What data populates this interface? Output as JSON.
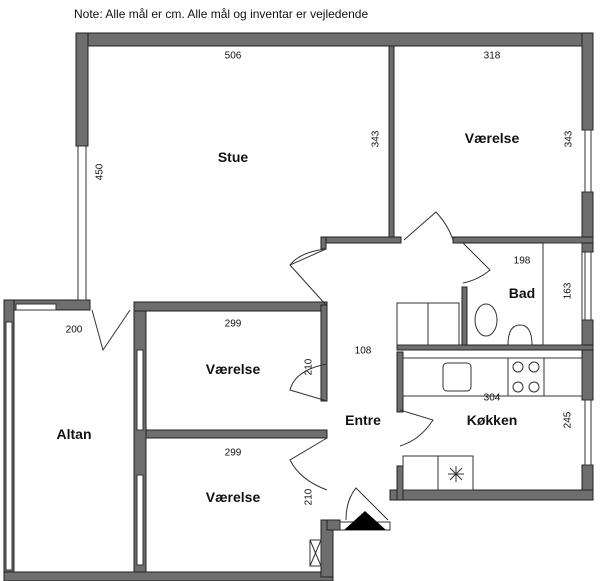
{
  "note": "Note: Alle mål er cm. Alle mål og inventar er vejledende",
  "rooms": {
    "stue": {
      "label": "Stue",
      "width": "506",
      "height": "343",
      "side": "450"
    },
    "vaerelse_top": {
      "label": "Værelse",
      "width": "318",
      "height": "343"
    },
    "bad": {
      "label": "Bad",
      "width": "198",
      "height": "163"
    },
    "altan": {
      "label": "Altan",
      "width": "200"
    },
    "vaerelse_mid": {
      "label": "Værelse",
      "width": "299",
      "height": "210"
    },
    "vaerelse_bot": {
      "label": "Værelse",
      "width": "299",
      "height": "210"
    },
    "entre": {
      "label": "Entre",
      "width": "108"
    },
    "kokken": {
      "label": "Køkken",
      "width": "304",
      "height": "245"
    }
  },
  "colors": {
    "wall": "#6e6e6e"
  }
}
